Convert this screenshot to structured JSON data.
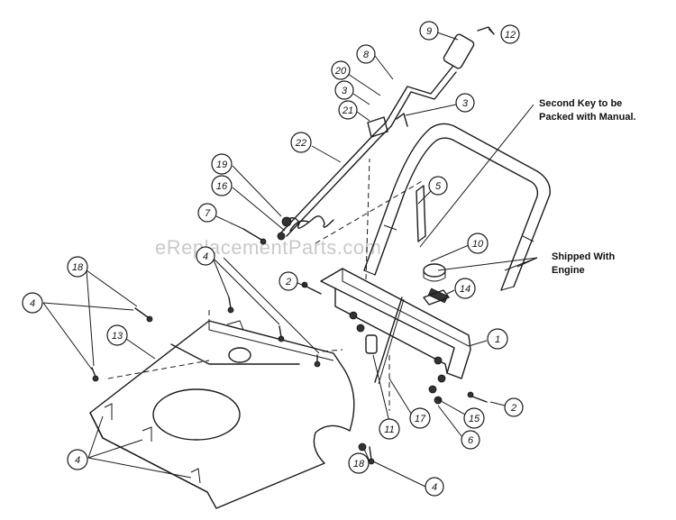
{
  "watermark": "eReplacementParts.com",
  "notes": {
    "second_key_line1": "Second Key to be",
    "second_key_line2": "Packed with Manual.",
    "shipped_line1": "Shipped With",
    "shipped_line2": "Engine"
  },
  "callouts": [
    {
      "id": "c9",
      "label": "9"
    },
    {
      "id": "c12",
      "label": "12"
    },
    {
      "id": "c8",
      "label": "8"
    },
    {
      "id": "c20",
      "label": "20"
    },
    {
      "id": "c3a",
      "label": "3"
    },
    {
      "id": "c3b",
      "label": "3"
    },
    {
      "id": "c21",
      "label": "21"
    },
    {
      "id": "c22",
      "label": "22"
    },
    {
      "id": "c19",
      "label": "19"
    },
    {
      "id": "c16",
      "label": "16"
    },
    {
      "id": "c7",
      "label": "7"
    },
    {
      "id": "c5",
      "label": "5"
    },
    {
      "id": "c10",
      "label": "10"
    },
    {
      "id": "c18a",
      "label": "18"
    },
    {
      "id": "c4a",
      "label": "4"
    },
    {
      "id": "c4b",
      "label": "4"
    },
    {
      "id": "c2a",
      "label": "2"
    },
    {
      "id": "c14",
      "label": "14"
    },
    {
      "id": "c13",
      "label": "13"
    },
    {
      "id": "c1",
      "label": "1"
    },
    {
      "id": "c2b",
      "label": "2"
    },
    {
      "id": "c15",
      "label": "15"
    },
    {
      "id": "c6",
      "label": "6"
    },
    {
      "id": "c17",
      "label": "17"
    },
    {
      "id": "c11",
      "label": "11"
    },
    {
      "id": "c18b",
      "label": "18"
    },
    {
      "id": "c4c",
      "label": "4"
    },
    {
      "id": "c4d",
      "label": "4"
    }
  ]
}
